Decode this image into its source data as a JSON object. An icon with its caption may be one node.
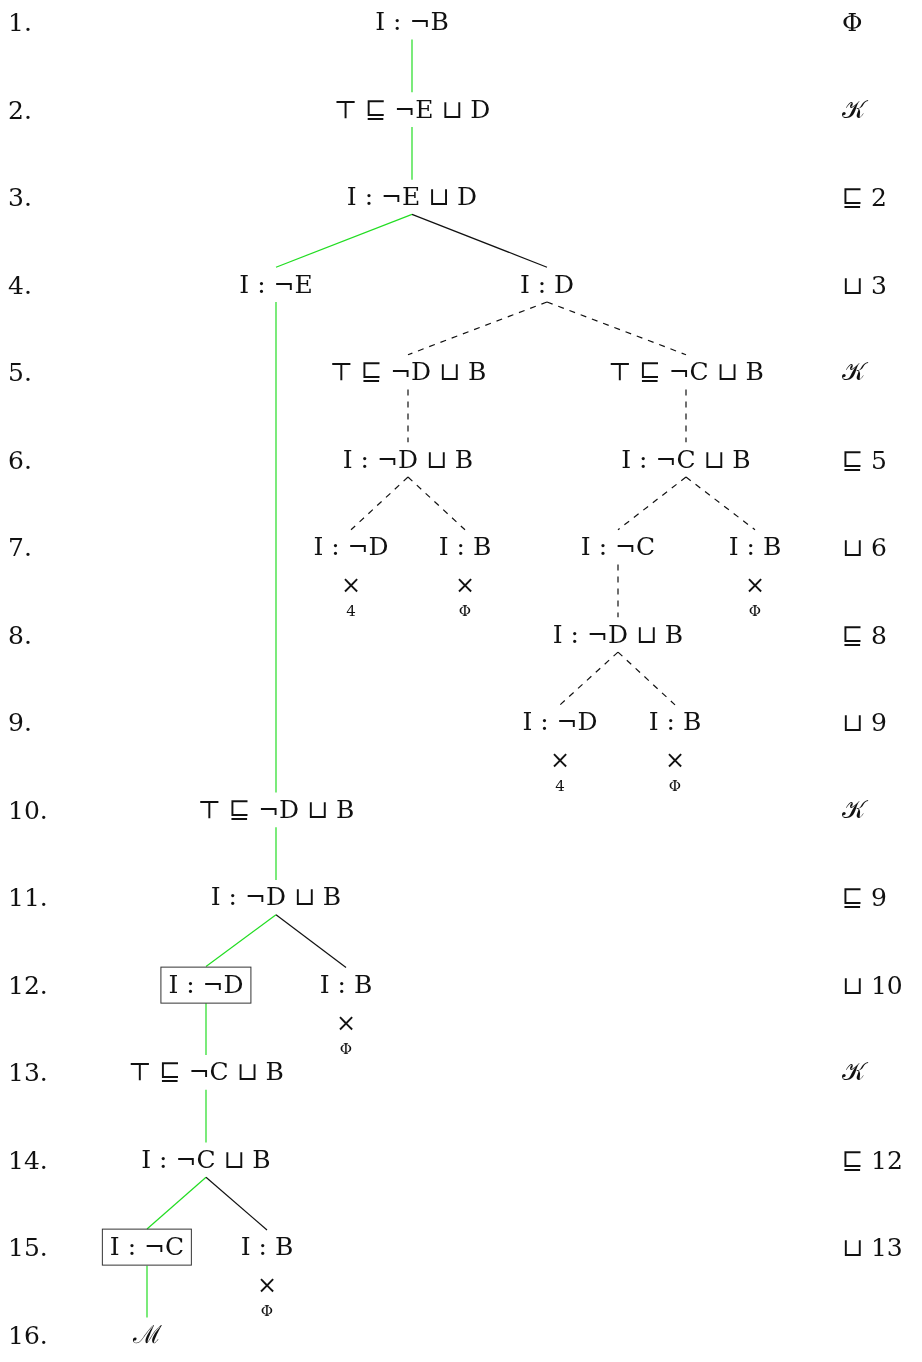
{
  "diagram": {
    "nodes": [
      {
        "text": [
          "I : ¬B"
        ]
      },
      {
        "text": [
          "⊤ ⊑ ¬E ⊔ D"
        ]
      },
      {
        "text": [
          "I : ¬E ⊔ D"
        ]
      },
      {
        "text": [
          "I : ¬E"
        ]
      },
      {
        "text": [
          "I : D"
        ]
      },
      {
        "text": [
          "⊤ ⊑ ¬D ⊔ B"
        ]
      },
      {
        "text": [
          "⊤ ⊑ ¬C ⊔ B"
        ]
      },
      {
        "text": [
          "I : ¬D ⊔ B"
        ]
      },
      {
        "text": [
          "I : ¬C ⊔ B"
        ]
      },
      {
        "text": [
          "I : ¬D"
        ],
        "beside": [
          "×",
          "4"
        ]
      },
      {
        "text": [
          "I : B"
        ],
        "beside": [
          "×",
          "Φ"
        ]
      },
      {
        "text": [
          "I : ¬C"
        ]
      },
      {
        "text": [
          "I : B"
        ],
        "beside": [
          "×",
          "Φ"
        ]
      },
      {
        "text": [
          "I : ¬D ⊔ B"
        ]
      },
      {
        "text": [
          "I : ¬D"
        ],
        "beside": [
          "×",
          "4"
        ]
      },
      {
        "text": [
          "I : B"
        ],
        "beside": [
          "×",
          "Φ"
        ]
      },
      {
        "text": [
          "⊤ ⊑ ¬D ⊔ B"
        ]
      },
      {
        "text": [
          "I : ¬D ⊔ B"
        ]
      },
      {
        "text": [
          "I : ¬D"
        ]
      },
      {
        "text": [
          "I : B"
        ],
        "beside": [
          "×",
          "Φ"
        ]
      },
      {
        "text": [
          "⊤ ⊑ ¬C ⊔ B"
        ]
      },
      {
        "text": [
          "I : ¬C ⊔ B"
        ]
      },
      {
        "text": [
          "I : ¬C"
        ]
      },
      {
        "text": [
          "I : B"
        ],
        "beside": [
          "×",
          "Φ"
        ]
      },
      {
        "text": [
          "ℳ"
        ]
      }
    ],
    "edges": [
      {
        "from": 0,
        "to": 1,
        "arrow": "none",
        "color": "#22dd22"
      },
      {
        "from": 1,
        "to": 2,
        "arrow": "none",
        "color": "#22dd22"
      },
      {
        "from": 2,
        "to": 3,
        "arrow": "none",
        "color": "#22dd22"
      },
      {
        "from": 2,
        "to": 4,
        "arrow": "none"
      },
      {
        "from": 4,
        "to": 5,
        "arrow": "none",
        "style": "dashed"
      },
      {
        "from": 4,
        "to": 6,
        "arrow": "none",
        "style": "dashed"
      },
      {
        "from": 5,
        "to": 7,
        "arrow": "none",
        "style": "dashed"
      },
      {
        "from": 6,
        "to": 8,
        "arrow": "none",
        "style": "dashed"
      },
      {
        "from": 7,
        "to": 9,
        "arrow": "none",
        "style": "dashed"
      },
      {
        "from": 7,
        "to": 10,
        "arrow": "none",
        "style": "dashed"
      },
      {
        "from": 8,
        "to": 11,
        "arrow": "none",
        "style": "dashed"
      },
      {
        "from": 8,
        "to": 12,
        "arrow": "none",
        "style": "dashed"
      },
      {
        "from": 11,
        "to": 13,
        "arrow": "none",
        "style": "dashed"
      },
      {
        "from": 13,
        "to": 14,
        "arrow": "none",
        "style": "dashed"
      },
      {
        "from": 13,
        "to": 15,
        "arrow": "none",
        "style": "dashed"
      },
      {
        "from": 3,
        "to": 16,
        "arrow": "none",
        "color": "#22dd22"
      },
      {
        "from": 16,
        "to": 17,
        "arrow": "none",
        "color": "#22dd22"
      },
      {
        "from": 17,
        "to": 18,
        "arrow": "none",
        "color": "#22dd22"
      },
      {
        "from": 17,
        "to": 19,
        "arrow": "none"
      },
      {
        "from": 18,
        "to": 20,
        "arrow": "none",
        "color": "#22dd22"
      },
      {
        "from": 20,
        "to": 21,
        "arrow": "none",
        "color": "#22dd22"
      },
      {
        "from": 21,
        "to": 22,
        "arrow": "none",
        "color": "#22dd22"
      },
      {
        "from": 21,
        "to": 23,
        "arrow": "none"
      },
      {
        "from": 22,
        "to": 24,
        "arrow": "none",
        "color": "#22dd22"
      }
    ],
    "labels": [
      "1.",
      "Φ",
      "2.",
      "𝒦",
      "3.",
      "⊑ 2",
      "4.",
      "⊔ 3",
      "5.",
      "𝒦",
      "6.",
      "⊑ 5",
      "7.",
      "⊔ 6",
      "8.",
      "⊑ 8",
      "9.",
      "⊔ 9",
      "10.",
      "𝒦",
      "11.",
      "⊑ 9",
      "12.",
      "⊔ 10",
      "13.",
      "𝒦",
      "14.",
      "⊑ 12",
      "15.",
      "⊔ 13",
      "16."
    ]
  }
}
